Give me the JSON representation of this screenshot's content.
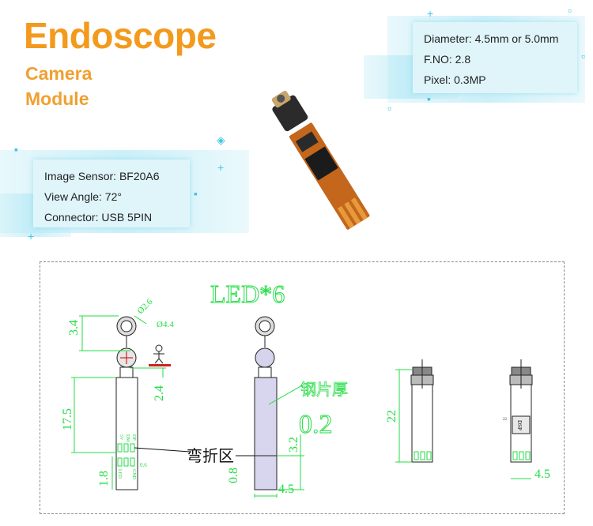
{
  "header": {
    "title": "Endoscope",
    "subtitle_line1": "Camera",
    "subtitle_line2": "Module"
  },
  "specs_top_right": [
    "Diameter: 4.5mm or 5.0mm",
    "F.NO: 2.8",
    "Pixel: 0.3MP"
  ],
  "specs_left": [
    "Image Sensor: BF20A6",
    "View Angle: 72°",
    "Connector: USB 5PIN"
  ],
  "colors": {
    "title": "#f39a1c",
    "dimension_green": "#22dd44",
    "spec_box": "#dff5fa",
    "sparkle": "#41c6e6"
  },
  "diagram": {
    "led_label": "LED*6",
    "dims": {
      "d1": "Ø2.6",
      "d2": "Ø4.4",
      "h1": "3.4",
      "h2": "2.4",
      "h3": "17.5",
      "h4": "1.8",
      "h5": "0.6",
      "h6": "3.2",
      "h7": "0.8",
      "w1": "4.5",
      "h8": "22",
      "w2": "4.5",
      "h9": "22"
    },
    "steel_label": "钢片厚",
    "steel_value": "0.2",
    "bend_label": "弯折区",
    "dsp_label": "DSP",
    "pads_top": [
      "DP",
      "DM",
      "5V"
    ],
    "pads_bottom": [
      "GND",
      "LED"
    ]
  }
}
